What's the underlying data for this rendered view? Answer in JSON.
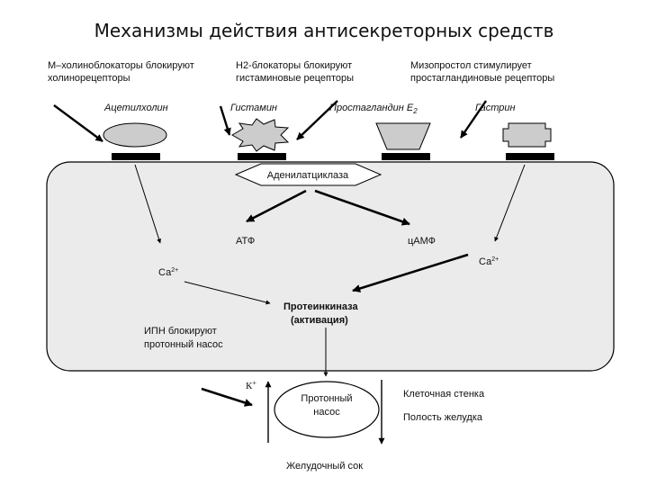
{
  "title": "Механизмы действия антисекреторных средств",
  "notes": {
    "m_line1": "М–холиноблокаторы блокируют",
    "m_line2": "холинорецепторы",
    "h2_line1": "Н2-блокаторы блокируют",
    "h2_line2": "гистаминовые рецепторы",
    "miso_line1": "Мизопростол стимулирует",
    "miso_line2": "простагландиновые рецепторы"
  },
  "ligands": {
    "acetylcholine": "Ацетилхолин",
    "histamine": "Гистамин",
    "prostaglandin": "Простагландин Е",
    "prostaglandin_sub": "2",
    "gastrin": "Гастрин"
  },
  "cell": {
    "adenylate_cyclase": "Аденилатциклаза",
    "atp": "АТФ",
    "camp": "цАМФ",
    "ca_left": "Са",
    "ca_left_sup": "2+",
    "ca_right": "Са",
    "ca_right_sup": "2+",
    "kinase_line1": "Протеинкиназа",
    "kinase_line2": "(активация)",
    "ppi_line1": "ИПН блокируют",
    "ppi_line2": "протонный насос"
  },
  "pump": {
    "potassium": "К",
    "potassium_sup": "+",
    "label_line1": "Протонный",
    "label_line2": "насос",
    "cell_wall": "Клеточная стенка",
    "stomach_cavity": "Полость желудка",
    "gastric_juice": "Желудочный сок"
  },
  "colors": {
    "cell_fill": "#ebebeb",
    "receptor_shape_fill": "#cccccc",
    "receptor_bar": "#000000",
    "arrow": "#000000"
  }
}
